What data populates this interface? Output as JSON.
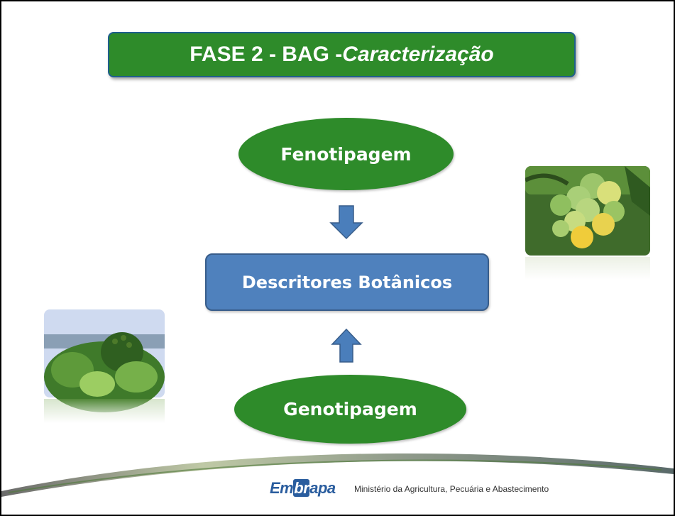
{
  "title": {
    "main": "FASE 2 - BAG - ",
    "italic": "Caracterização"
  },
  "diagram": {
    "top_node": "Fenotipagem",
    "center_node": "Descritores Botânicos",
    "bottom_node": "Genotipagem"
  },
  "footer": {
    "logo_part1": "Em",
    "logo_part2": "br",
    "logo_part3": "apa",
    "ministry": "Ministério da Agricultura, Pecuária e Abastecimento"
  },
  "colors": {
    "node_green": "#2e8b2a",
    "node_blue": "#4f81bd",
    "arrow_blue": "#4a7ebb"
  }
}
